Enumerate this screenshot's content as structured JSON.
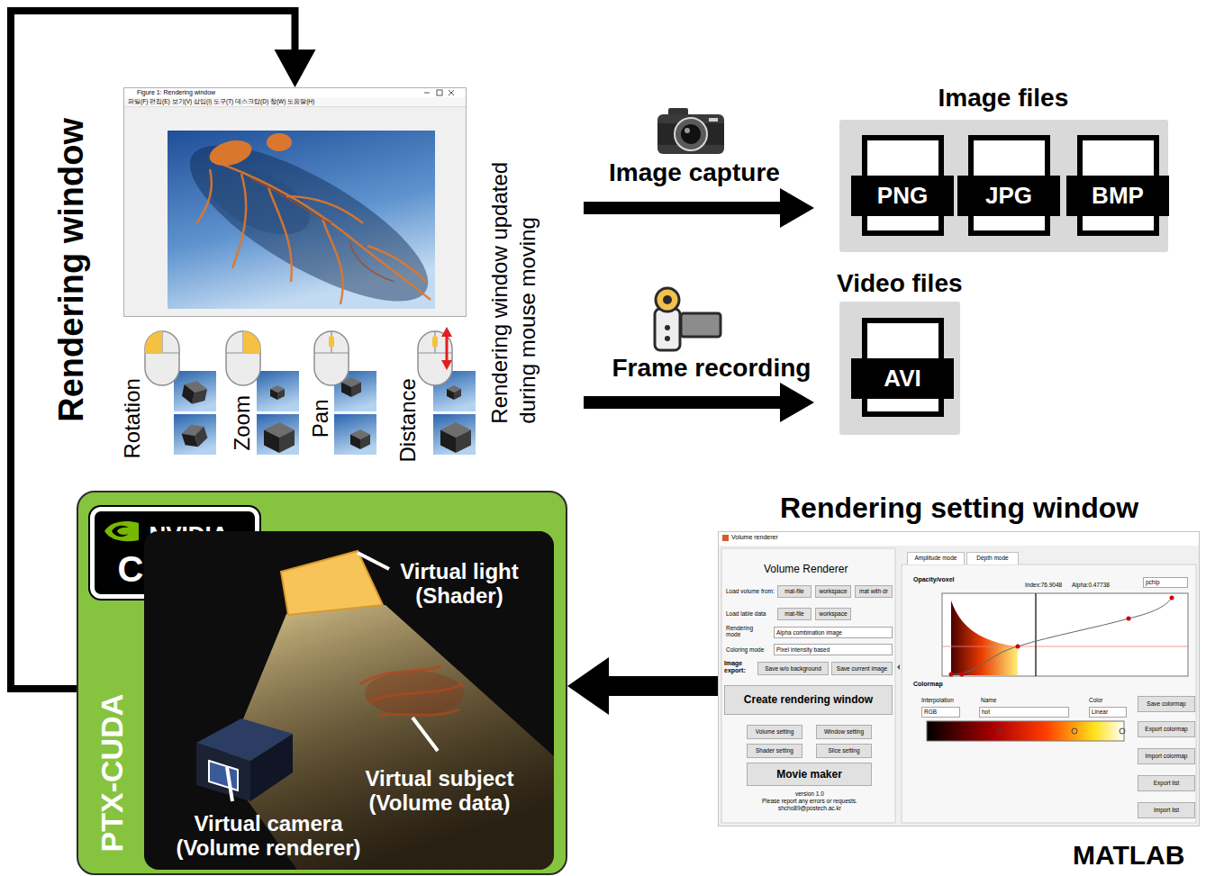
{
  "diagram": {
    "nodes": [
      {
        "text": [
          "Rendering window",
          "MATLAB"
        ]
      },
      {
        "text": [
          "Figure 1: Rendering window",
          "파일(F) 편집(E) 보기(V) 삽입(I) 도구(T) 데스크탑(D) 창(W) 도움말(H)"
        ],
        "in": 0
      },
      {
        "text": [
          "Image files"
        ],
        "in": 0
      },
      {
        "text": [
          "PNG"
        ],
        "in": 2
      },
      {
        "text": [
          "JPG"
        ],
        "in": 2
      },
      {
        "text": [
          "BMP"
        ],
        "in": 2
      },
      {
        "text": [
          "Video files"
        ],
        "in": 0
      },
      {
        "text": [
          "AVI"
        ],
        "in": 6
      },
      {
        "text": [
          "Rendering setting window",
          "Volume renderer",
          "Volume Renderer",
          "Load volume from:",
          "mat-file",
          "workspace",
          "mat with dr",
          "Load lable data",
          "mat-file",
          "workspace",
          "Rendering mode",
          "Alpha combination image",
          "Coloring mode",
          "Pixel intensity based",
          "Image export:",
          "Save w/o background",
          "Save current image",
          "Create rendering window",
          "Volume setting",
          "Window setting",
          "Shader setting",
          "Slice setting",
          "Movie maker",
          "version 1.0",
          "Please report any errors or requests.",
          "shcho89@postech.ac.kr",
          "Amplitude mode",
          "Depth mode",
          "Opacity/voxel",
          "Index:76.9048",
          "Alpha:0.47738",
          "pchip",
          "Colormap",
          "Interpolation",
          "Name",
          "Color",
          "RGB",
          "hot",
          "Linear",
          "Save colormap",
          "Export colormap",
          "Import colormap",
          "Export list",
          "Import list"
        ],
        "in": 0
      },
      {
        "text": [
          "PTX-CUDA"
        ]
      },
      {
        "text": [
          "NVIDIA.",
          "CUDA."
        ],
        "in": 9
      },
      {
        "text": [
          "Virtual light (Shader)",
          "Virtual subject (Volume data)",
          "Virtual camera (Volume renderer)"
        ],
        "in": 9
      }
    ],
    "edges": [
      {
        "from": 9,
        "to": 1,
        "arrow": "to"
      },
      {
        "from": 8,
        "to": 9,
        "arrow": "to"
      }
    ],
    "labels": [
      "Rotation",
      "Zoom",
      "Pan",
      "Distance",
      "Rendering window updated during mouse moving",
      "Image capture",
      "Frame recording"
    ]
  }
}
